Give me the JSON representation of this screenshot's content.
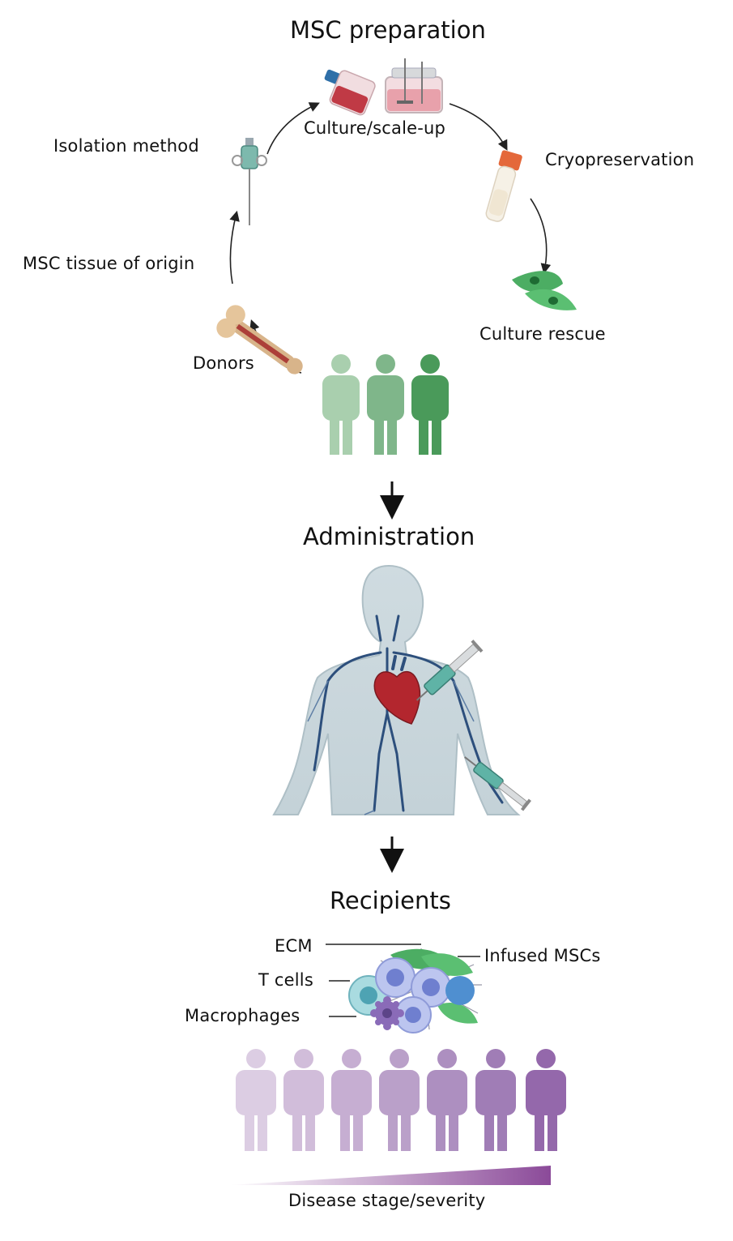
{
  "sections": {
    "preparation": "MSC preparation",
    "administration": "Administration",
    "recipients": "Recipients"
  },
  "cycle_steps": [
    "Culture/scale-up",
    "Cryopreservation",
    "Culture rescue",
    "Donors",
    "MSC tissue of origin",
    "Isolation method"
  ],
  "recipients_labels": {
    "ecm": "ECM",
    "t_cells": "T cells",
    "macrophages": "Macrophages",
    "infused_mscs": "Infused MSCs"
  },
  "severity_label": "Disease stage/severity",
  "colors": {
    "donor_green": [
      "#a9cfae",
      "#7fb68a",
      "#4a9a5a"
    ],
    "recipient_purple": [
      "#dccde3",
      "#d1bdda",
      "#c6aed2",
      "#baa0c9",
      "#ad8fc0",
      "#a07db6",
      "#9468ab"
    ],
    "gradient_end": "#8b4a99",
    "vein_blue": "#2d4f7c",
    "heart_red": "#b3262e"
  },
  "icons": [
    "flask-icon",
    "bioreactor-icon",
    "cryovial-icon",
    "msc-cell-icon",
    "bone-icon",
    "syringe-icon",
    "human-body-icon",
    "heart-icon",
    "cell-cluster-icon"
  ]
}
